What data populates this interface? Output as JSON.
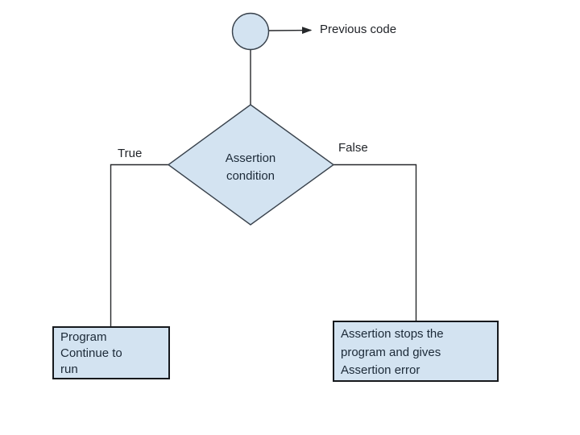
{
  "diagram": {
    "previous_code_label": "Previous code",
    "true_label": "True",
    "false_label": "False",
    "condition": {
      "lines": [
        "Assertion",
        "condition"
      ]
    },
    "true_box": {
      "lines": [
        "Program",
        "Continue to",
        "run"
      ]
    },
    "false_box": {
      "lines": [
        "Assertion stops the",
        "program and gives",
        "Assertion error"
      ]
    },
    "colors": {
      "background": "#ffffff",
      "shape_fill": "#d3e3f1",
      "shape_stroke": "#39424c",
      "line_stroke": "#26282b",
      "box_border": "#16191d",
      "text": "#1c2a38"
    }
  }
}
